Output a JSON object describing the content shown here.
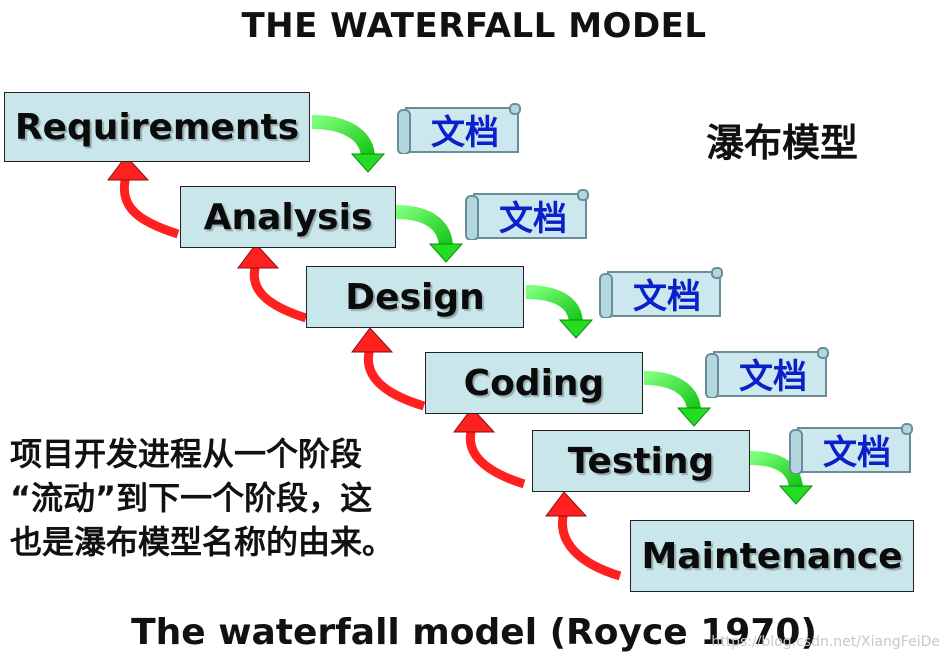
{
  "title": "THE WATERFALL MODEL",
  "subtitle_cn": "瀑布模型",
  "stages": [
    {
      "label": "Requirements"
    },
    {
      "label": "Analysis"
    },
    {
      "label": "Design"
    },
    {
      "label": "Coding"
    },
    {
      "label": "Testing"
    },
    {
      "label": "Maintenance"
    }
  ],
  "doc_label": "文档",
  "note_lines": [
    "项目开发进程从一个阶段",
    "“流动”到下一个阶段，这",
    "也是瀑布模型名称的由来。"
  ],
  "bottom_caption": "The waterfall model (Royce 1970)",
  "watermark": "https://blog.csdn.net/XiangFeiDe",
  "colors": {
    "stage_fill": "#c9e6ea",
    "doc_text": "#0a20c8",
    "forward_arrow": "#22dd22",
    "back_arrow": "#ff2020"
  }
}
